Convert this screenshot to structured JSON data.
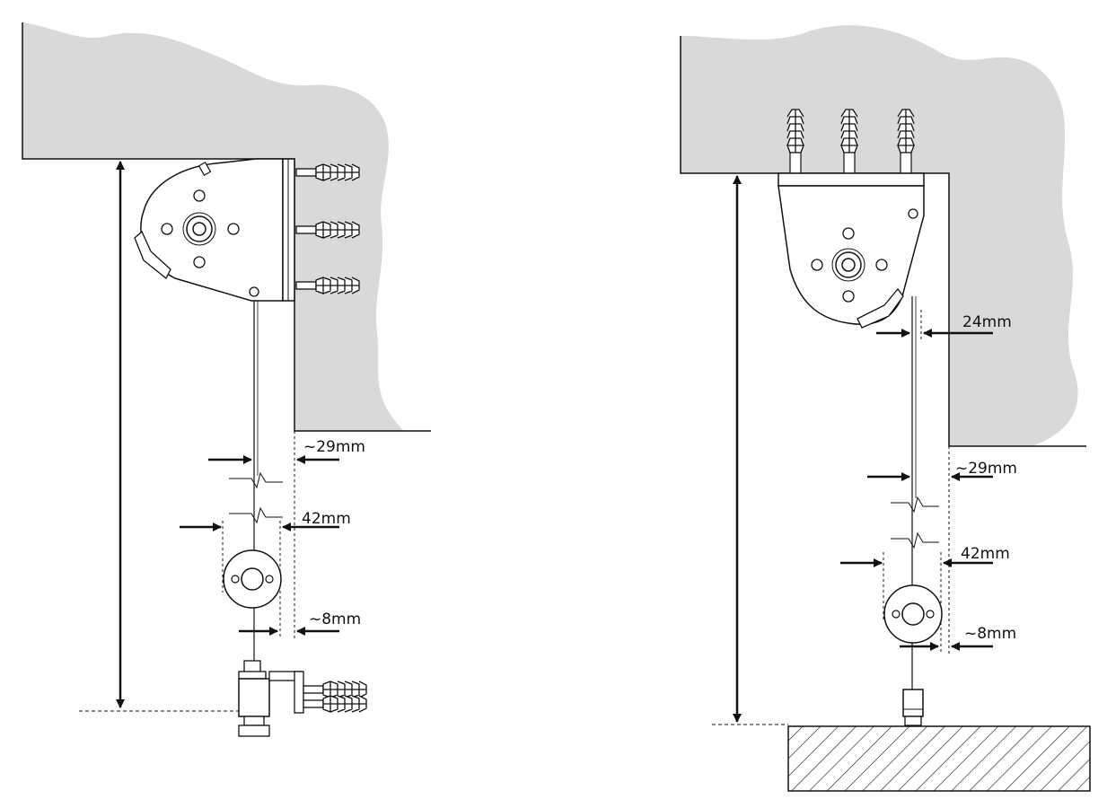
{
  "colors": {
    "wall": "#d9d9d9",
    "ink": "#111111",
    "bracket": "#ffffff"
  },
  "left_diagram": {
    "labels": {
      "gap_bracket": "~29mm",
      "weight_width": "42mm",
      "weight_offset": "~8mm"
    }
  },
  "right_diagram": {
    "labels": {
      "gap_top": "24mm",
      "gap_bracket": "~29mm",
      "weight_width": "42mm",
      "weight_offset": "~8mm"
    }
  }
}
